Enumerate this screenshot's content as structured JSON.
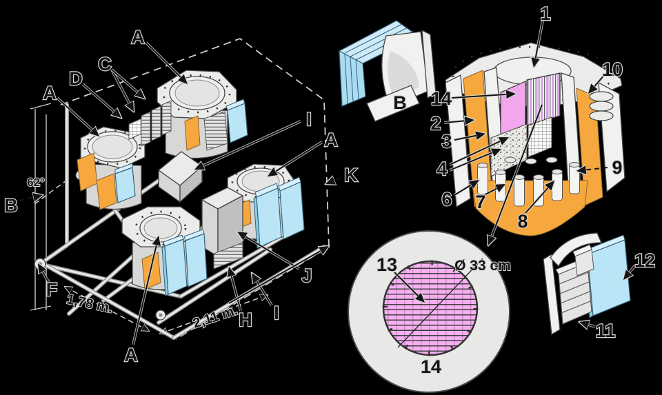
{
  "callouts": {
    "a_top": "A",
    "c": "C",
    "d": "D",
    "a_left": "A",
    "b_axis": "B",
    "f": "F",
    "a_bottom": "A",
    "h": "H",
    "i_bottom": "I",
    "j": "J",
    "k": "K",
    "i_center": "I",
    "a_center": "A",
    "b_part": "B",
    "n1": "1",
    "n2": "2",
    "n3": "3",
    "n4": "4",
    "n6": "6",
    "n7": "7",
    "n8": "8",
    "n9": "9",
    "n10": "10",
    "n11": "11",
    "n12": "12",
    "n13": "13",
    "n14_side": "14",
    "n14_bottom": "14"
  },
  "dimensions": {
    "angle": "62°",
    "width": "1,78 m.",
    "depth": "2,11 m.",
    "core_diameter": "Ø 33 cm"
  },
  "colors": {
    "background": "#000000",
    "orange": "#f6a83e",
    "blue_panel": "#b9e5f6",
    "pink_panel": "#f2a6ee",
    "pink_grid": "#f5b0ef",
    "metal_light": "#ebebe9",
    "metal_mid": "#d7d7d5",
    "outline": "#454545",
    "halo": "#d6d6d4"
  }
}
